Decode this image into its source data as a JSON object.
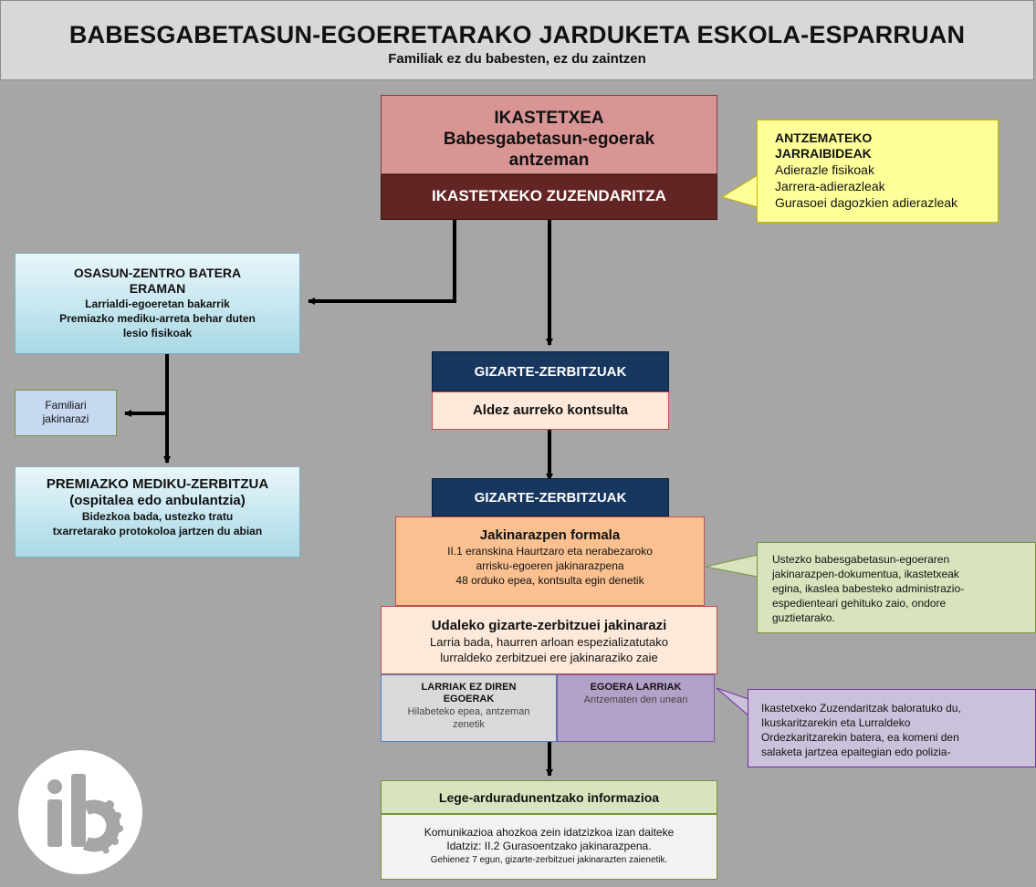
{
  "header": {
    "title": "BABESGABETASUN-EGOERETARAKO JARDUKETA ESKOLA-ESPARRUAN",
    "subtitle": "Familiak ez du babesten, ez du zaintzen"
  },
  "school": {
    "title1": "IKASTETXEA",
    "title2": "Babesgabetasun-egoerak",
    "title3": "antzeman",
    "management": "IKASTETXEKO ZUZENDARITZA"
  },
  "detection": {
    "title1": "ANTZEMATEKO",
    "title2": "JARRAIBIDEAK",
    "items": [
      "Adierazle fisikoak",
      "Jarrera-adierazleak",
      "Gurasoei dagozkien adierazleak"
    ]
  },
  "health_center": {
    "title1": "OSASUN-ZENTRO BATERA",
    "title2": "ERAMAN",
    "line1": "Larrialdi-egoeretan bakarrik",
    "line2": "Premiazko mediku-arreta behar duten",
    "line3": "lesio fisikoak"
  },
  "family_notify": {
    "line1": "Familiari",
    "line2": "jakinarazi"
  },
  "urgent_medical": {
    "title1": "PREMIAZKO MEDIKU-ZERBITZUA",
    "title2": "(ospitalea edo anbulantzia)",
    "line1": "Bidezkoa bada, ustezko tratu",
    "line2": "txarretarako protokoloa jartzen du abian"
  },
  "social1": {
    "header": "GIZARTE-ZERBITZUAK",
    "body": "Aldez aurreko kontsulta"
  },
  "social2": {
    "header": "GIZARTE-ZERBITZUAK",
    "title": "Jakinarazpen formala",
    "line1": "II.1 eranskina Haurtzaro eta nerabezaroko",
    "line2": "arrisku-egoeren jakinarazpena",
    "line3": "48 orduko epea, kontsulta egin denetik"
  },
  "document_note": {
    "line1": "Ustezko babesgabetasun-egoeraren",
    "line2": "jakinarazpen-dokumentua, ikastetxeak",
    "line3": "egina, ikaslea babesteko administrazio-",
    "line4": "espedienteari gehituko zaio, ondore",
    "line5": "guztietarako."
  },
  "municipal": {
    "title": "Udaleko gizarte-zerbitzuei jakinarazi",
    "line1": "Larria bada, haurren arloan espezializatutako",
    "line2": "lurraldeko zerbitzuei ere jakinaraziko zaie"
  },
  "non_serious": {
    "title1": "LARRIAK EZ DIREN",
    "title2": "EGOERAK",
    "line1": "Hilabeteko epea, antzeman",
    "line2": "zenetik"
  },
  "serious": {
    "title": "EGOERA LARRIAK",
    "line1": "Antzematen den unean"
  },
  "complaint_note": {
    "line1": "Ikastetxeko Zuzendaritzak baloratuko du,",
    "line2": "Ikuskaritzarekin eta Lurraldeko",
    "line3": "Ordezkaritzarekin batera, ea komeni den",
    "line4": "salaketa jartzea epaitegian edo polizia-"
  },
  "guardians": {
    "title": "Lege-arduradunentzako informazioa",
    "line1": "Komunikazioa ahozkoa zein idatzizkoa izan daiteke",
    "line2": "Idatziz: II.2 Gurasoentzako jakinarazpena.",
    "line3": "Gehienez 7 egun, gizarte-zerbitzuei jakinarazten zaienetik."
  },
  "logo": {
    "text": "ib"
  },
  "colors": {
    "background": "#a6a6a6",
    "header_bg": "#d8d8d8",
    "school_pink": "#d99594",
    "management_dark": "#632523",
    "note_yellow": "#ffff99",
    "health_blue": "#bfe4ee",
    "social_navy": "#17375e",
    "light_salmon": "#fde9d9",
    "formal_orange": "#fac090",
    "note_green": "#d7e4bd",
    "serious_purple": "#b3a2c7",
    "note_lavender": "#ccc1da",
    "guardians_green": "#d7e4bd"
  }
}
